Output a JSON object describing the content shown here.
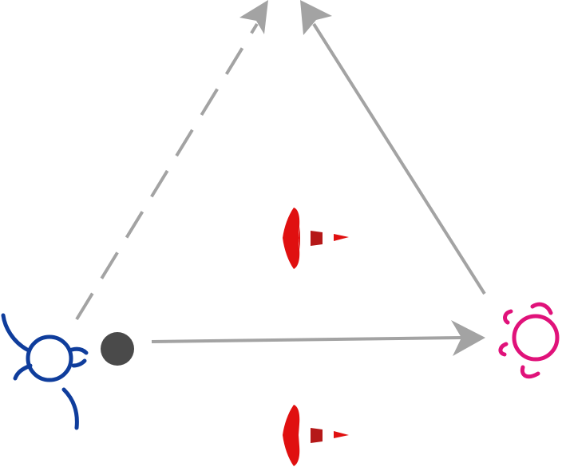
{
  "diagram": {
    "type": "drill-diagram",
    "colors": {
      "arrow": "#a3a3a3",
      "player_blue": "#0f3d9c",
      "player_magenta": "#e0127a",
      "ball": "#4a4a4a",
      "cone_red": "#e01010",
      "cone_dark_red": "#b51818"
    },
    "elements": [
      {
        "kind": "player",
        "team": "blue",
        "icon": "player-blue-icon"
      },
      {
        "kind": "player",
        "team": "magenta",
        "icon": "player-magenta-icon"
      },
      {
        "kind": "ball",
        "icon": "ball-icon"
      },
      {
        "kind": "cone",
        "icon": "cone-icon"
      },
      {
        "kind": "cone",
        "icon": "cone-icon"
      }
    ],
    "arrows": [
      {
        "from": "ball",
        "to": "player-magenta",
        "style": "solid",
        "meaning": "pass"
      },
      {
        "from": "player-magenta",
        "to": "top",
        "style": "solid",
        "meaning": "pass"
      },
      {
        "from": "player-blue",
        "to": "top",
        "style": "dashed",
        "meaning": "run"
      }
    ]
  }
}
